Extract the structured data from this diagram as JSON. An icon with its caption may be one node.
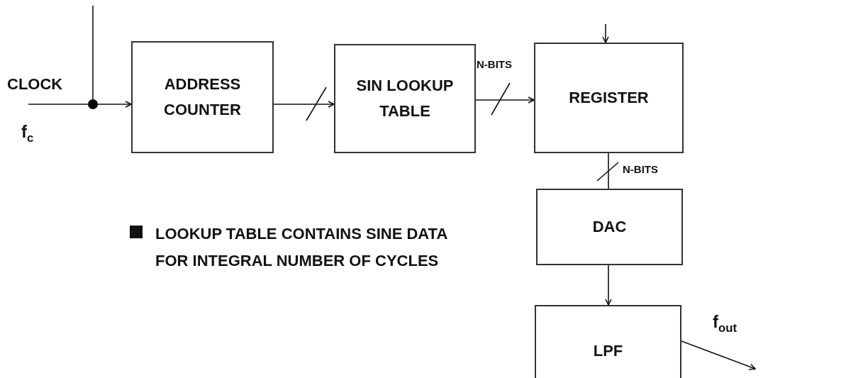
{
  "diagram": {
    "nodes": [
      {
        "text": [
          "ADDRESS COUNTER"
        ]
      },
      {
        "text": [
          "SIN LOOKUP TABLE"
        ]
      },
      {
        "text": [
          "REGISTER"
        ]
      },
      {
        "text": [
          "DAC"
        ]
      },
      {
        "text": [
          "LPF"
        ]
      },
      {
        "text": [],
        "shape": "circle"
      }
    ],
    "edges": [
      {
        "from": null,
        "to": 5,
        "arrow": "none"
      },
      {
        "from": null,
        "to": 5,
        "arrow": "none"
      },
      {
        "from": 5,
        "to": 0,
        "arrow": "to"
      },
      {
        "from": 0,
        "to": 1,
        "arrow": "to"
      },
      {
        "from": 1,
        "to": 2,
        "arrow": "to",
        "label": "N-BITS"
      },
      {
        "from": null,
        "to": 2,
        "arrow": "to"
      },
      {
        "from": 2,
        "to": 3,
        "arrow": "none",
        "label": "N-BITS"
      },
      {
        "from": 3,
        "to": 4,
        "arrow": "to"
      },
      {
        "from": 4,
        "to": null,
        "arrow": "to",
        "label": "f$_{out}$"
      }
    ],
    "labels": [
      "CLOCK",
      "f$_{c}$",
      "LOOKUP TABLE CONTAINS SINE DATA FOR INTEGRAL NUMBER OF CYCLES"
    ]
  }
}
